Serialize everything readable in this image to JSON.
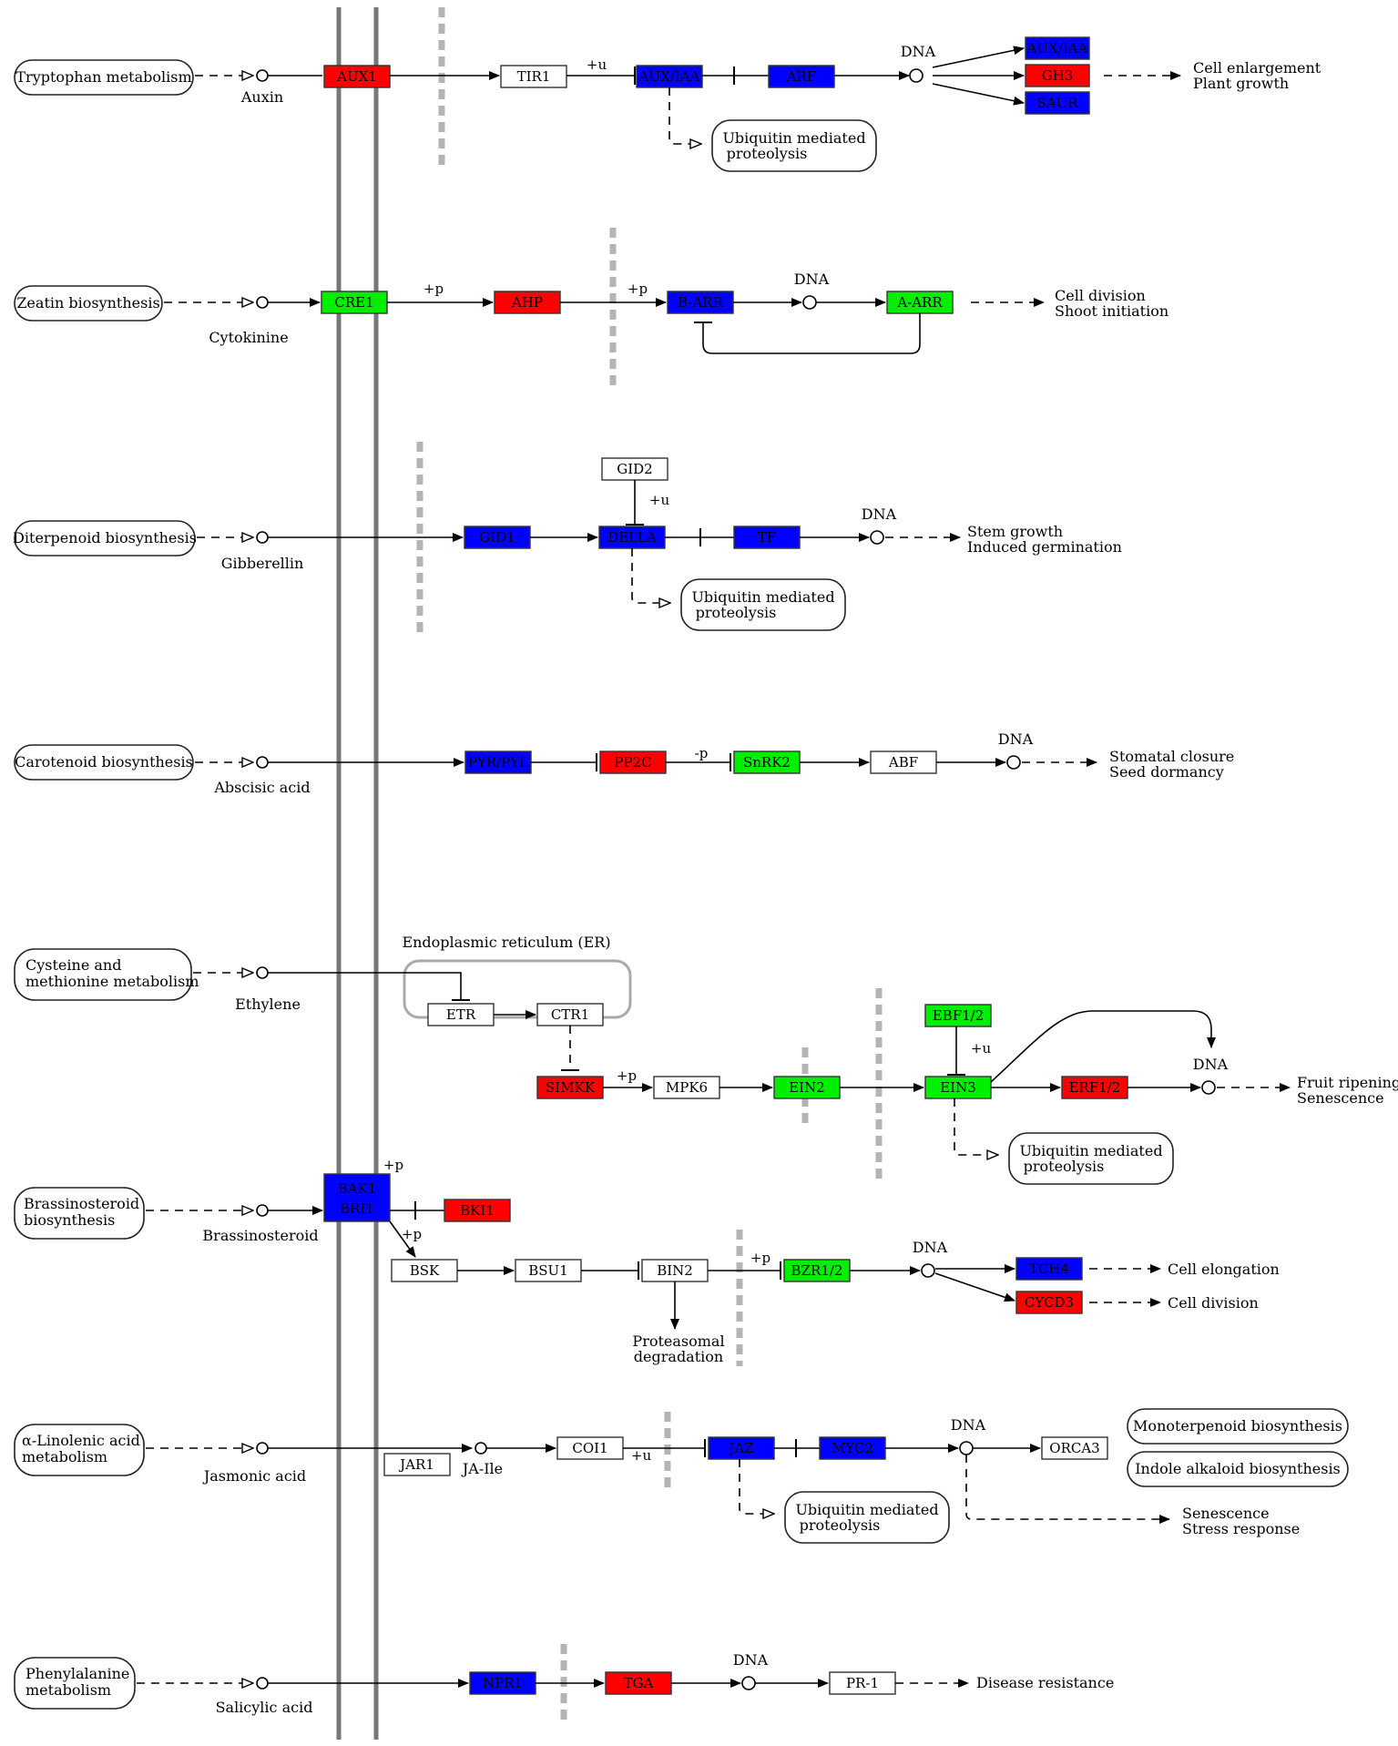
{
  "pathways": {
    "tryptophan": "Tryptophan metabolism",
    "zeatin": "Zeatin biosynthesis",
    "diterpenoid": "Diterpenoid biosynthesis",
    "carotenoid": "Carotenoid biosynthesis",
    "cysteine_1": "Cysteine and",
    "cysteine_2": "methionine metabolism",
    "brassino_1": "Brassinosteroid",
    "brassino_2": "biosynthesis",
    "linolenic_1": "α-Linolenic acid",
    "linolenic_2": "metabolism",
    "phenylalanine_1": "Phenylalanine",
    "phenylalanine_2": "metabolism",
    "monoterpenoid": "Monoterpenoid biosynthesis",
    "indole": "Indole alkaloid biosynthesis"
  },
  "hormones": {
    "auxin": "Auxin",
    "cytokinine": "Cytokinine",
    "gibberellin": "Gibberellin",
    "abscisic": "Abscisic acid",
    "ethylene": "Ethylene",
    "brassinosteroid": "Brassinosteroid",
    "jasmonic": "Jasmonic acid",
    "salicylic": "Salicylic acid"
  },
  "genes": {
    "aux1": "AUX1",
    "tir1": "TIR1",
    "aux_iaa": "AUX/IAA",
    "arf": "ARF",
    "gh3": "GH3",
    "saur": "SAUR",
    "cre1": "CRE1",
    "ahp": "AHP",
    "b_arr": "B-ARR",
    "a_arr": "A-ARR",
    "gid2": "GID2",
    "gid1": "GID1",
    "della": "DELLA",
    "tf": "TF",
    "pyr_pyl": "PYR/PYL",
    "pp2c": "PP2C",
    "snrk2": "SnRK2",
    "abf": "ABF",
    "etr": "ETR",
    "ctr1": "CTR1",
    "ebf12": "EBF1/2",
    "simkk": "SIMKK",
    "mpk6": "MPK6",
    "ein2": "EIN2",
    "ein3": "EIN3",
    "erf12": "ERF1/2",
    "bak1": "BAK1",
    "bri1": "BRI1",
    "bki1": "BKI1",
    "bsk": "BSK",
    "bsu1": "BSU1",
    "bin2": "BIN2",
    "bzr12": "BZR1/2",
    "tch4": "TCH4",
    "cycd3": "CYCD3",
    "jar1": "JAR1",
    "ja_ile": "JA-Ile",
    "coi1": "COI1",
    "jaz": "JAZ",
    "myc2": "MYC2",
    "orca3": "ORCA3",
    "npr1": "NPR1",
    "tga": "TGA",
    "pr1": "PR-1"
  },
  "labels": {
    "dna": "DNA",
    "ubiquitin_1": "Ubiquitin mediated",
    "ubiquitin_2": "proteolysis",
    "er": "Endoplasmic reticulum (ER)",
    "proteasomal_1": "Proteasomal",
    "proteasomal_2": "degradation",
    "plus_u": "+u",
    "plus_p": "+p",
    "minus_p": "-p"
  },
  "outcomes": {
    "cell_enlargement": "Cell enlargement",
    "plant_growth": "Plant growth",
    "cell_division": "Cell division",
    "shoot_initiation": "Shoot initiation",
    "stem_growth": "Stem growth",
    "induced_germination": "Induced germination",
    "stomatal_closure": "Stomatal closure",
    "seed_dormancy": "Seed dormancy",
    "fruit_ripening": "Fruit ripening",
    "senescence": "Senescence",
    "cell_elongation": "Cell elongation",
    "stress_response": "Stress response",
    "disease_resistance": "Disease resistance"
  },
  "colors": {
    "up": "#ff0000",
    "down": "#0000ff",
    "mixed": "#00ee00",
    "none": "#ffffff",
    "membrane": "#777777",
    "barrier": "#b4b4b4"
  }
}
